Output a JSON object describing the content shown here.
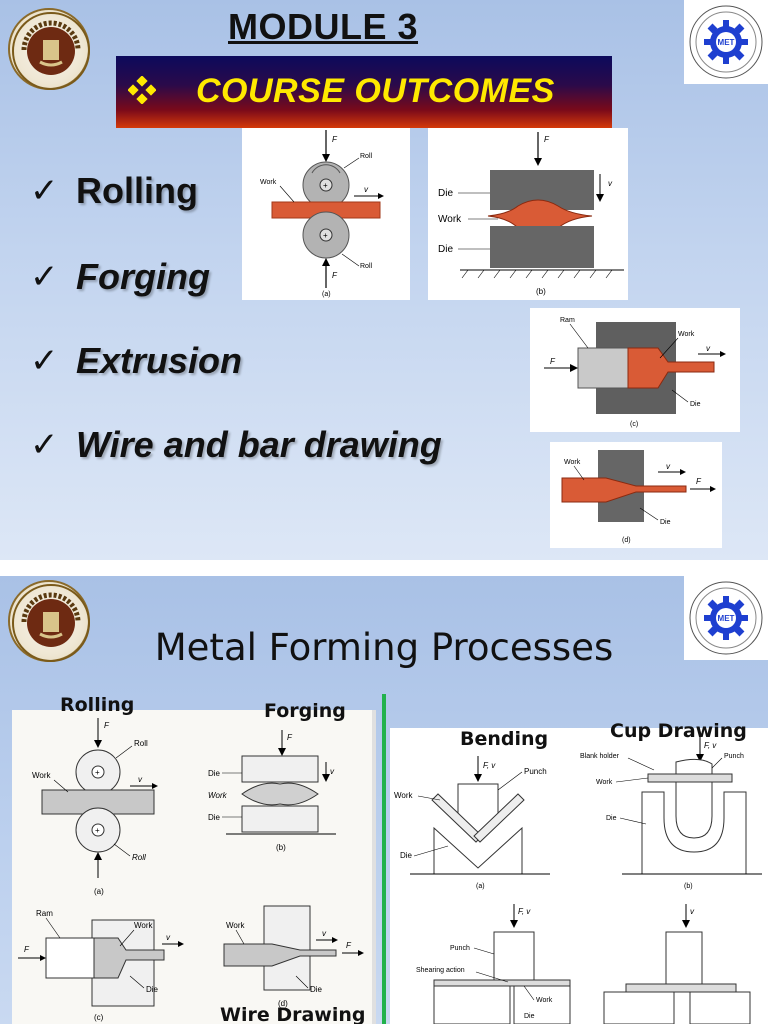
{
  "slide1": {
    "module_title": "MODULE 3",
    "outcomes_heading": "COURSE  OUTCOMES",
    "bullets": [
      {
        "text": "Rolling",
        "italic": false
      },
      {
        "text": "Forging",
        "italic": true
      },
      {
        "text": "Extrusion",
        "italic": true
      },
      {
        "text": "Wire and bar drawing",
        "italic": true
      }
    ],
    "college_logo_text": "YANBU INDUSTRIAL COLLEGE",
    "dept_logo_text": "MECHANICAL ENGINEERING TECHNOLOGY DEPARTMENT",
    "dept_logo_abbr": "MET",
    "fig_a": {
      "caption": "(a)",
      "roll_top": "Roll",
      "roll_bottom": "Roll",
      "work": "Work",
      "force_top": "F",
      "force_bottom": "F",
      "velocity": "v"
    },
    "fig_b": {
      "caption": "(b)",
      "die_top": "Die",
      "work": "Work",
      "die_bottom": "Die",
      "force": "F",
      "velocity": "v"
    },
    "fig_c": {
      "caption": "(c)",
      "ram": "Ram",
      "work": "Work",
      "die": "Die",
      "force": "F",
      "velocity": "v"
    },
    "fig_d": {
      "caption": "(d)",
      "work": "Work",
      "die": "Die",
      "force": "F",
      "velocity": "v"
    }
  },
  "slide2": {
    "title": "Metal Forming Processes",
    "labels": {
      "rolling": "Rolling",
      "forging": "Forging",
      "bending": "Bending",
      "cup_drawing": "Cup Drawing",
      "wire_drawing": "Wire Drawing"
    },
    "left_figs": {
      "roll": "Roll",
      "roll2": "Roll",
      "work": "Work",
      "die": "Die",
      "ram": "Ram",
      "cap_a": "(a)",
      "cap_b": "(b)",
      "cap_c": "(c)",
      "cap_d": "(d)",
      "f": "F",
      "v": "v"
    },
    "right_figs": {
      "punch": "Punch",
      "work": "Work",
      "die": "Die",
      "blank_holder": "Blank holder",
      "shearing_action": "Shearing action",
      "fv": "F, v",
      "cap_a": "(a)",
      "cap_b": "(b)",
      "v": "v"
    }
  }
}
